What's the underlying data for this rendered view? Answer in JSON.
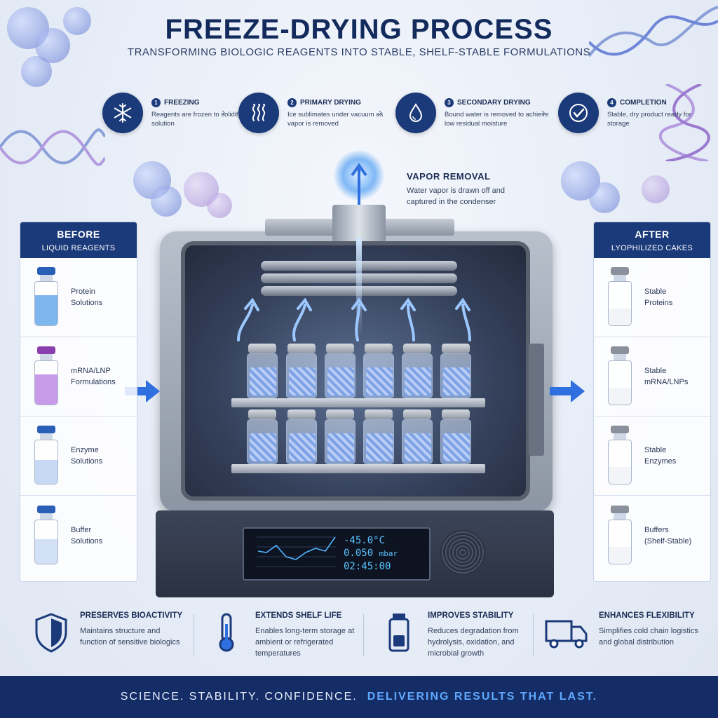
{
  "title": "FREEZE-DRYING PROCESS",
  "subtitle": "TRANSFORMING BIOLOGIC REAGENTS INTO STABLE, SHELF-STABLE FORMULATIONS",
  "steps": [
    {
      "num": "1",
      "title": "FREEZING",
      "desc": "Reagents are frozen to solidify the solution",
      "icon": "snowflake-icon"
    },
    {
      "num": "2",
      "title": "PRIMARY DRYING",
      "desc": "Ice sublimates under vacuum as vapor is removed",
      "icon": "vapor-waves-icon"
    },
    {
      "num": "3",
      "title": "SECONDARY DRYING",
      "desc": "Bound water is removed to achieve low residual moisture",
      "icon": "water-drop-icon"
    },
    {
      "num": "4",
      "title": "COMPLETION",
      "desc": "Stable, dry product ready for storage",
      "icon": "checkmark-icon"
    }
  ],
  "vapor": {
    "title": "VAPOR REMOVAL",
    "desc": "Water vapor is drawn off and captured in the condenser"
  },
  "before": {
    "title": "BEFORE",
    "subtitle": "LIQUID REAGENTS",
    "items": [
      {
        "label": "Protein Solutions",
        "cap_color": "#2a5fb8",
        "liquid_color": "#7db7ee"
      },
      {
        "label": "mRNA/LNP Formulations",
        "cap_color": "#8a3fb0",
        "liquid_color": "#c79be8"
      },
      {
        "label": "Enzyme Solutions",
        "cap_color": "#2a5fb8",
        "liquid_color": "#c7d9f5"
      },
      {
        "label": "Buffer Solutions",
        "cap_color": "#2a5fb8",
        "liquid_color": "#d3e1f6"
      }
    ]
  },
  "after": {
    "title": "AFTER",
    "subtitle": "LYOPHILIZED CAKES",
    "items": [
      {
        "label": "Stable Proteins"
      },
      {
        "label": "Stable mRNA/LNPs"
      },
      {
        "label": "Stable Enzymes"
      },
      {
        "label": "Buffers (Shelf-Stable)"
      }
    ]
  },
  "display": {
    "temperature": "-45.0°C",
    "pressure": "0.050",
    "pressure_unit": "mbar",
    "time": "02:45:00"
  },
  "benefits": [
    {
      "title": "PRESERVES BIOACTIVITY",
      "desc": "Maintains structure and function of sensitive biologics",
      "icon": "shield-icon"
    },
    {
      "title": "EXTENDS SHELF LIFE",
      "desc": "Enables long-term storage at ambient or refrigerated temperatures",
      "icon": "thermometer-icon"
    },
    {
      "title": "IMPROVES STABILITY",
      "desc": "Reduces degradation from hydrolysis, oxidation, and microbial growth",
      "icon": "vial-icon"
    },
    {
      "title": "ENHANCES FLEXIBILITY",
      "desc": "Simplifies cold chain logistics and global distribution",
      "icon": "truck-icon"
    }
  ],
  "footer": {
    "left": "SCIENCE. STABILITY. CONFIDENCE.",
    "right": "DELIVERING RESULTS THAT LAST."
  },
  "colors": {
    "navy": "#1b3a7a",
    "footer": "#142d66",
    "accent_blue": "#2f6fe0",
    "highlight": "#5fa8ff"
  }
}
